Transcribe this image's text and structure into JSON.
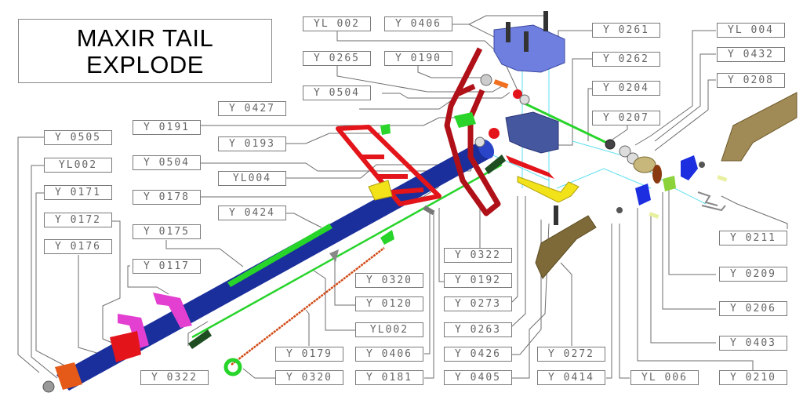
{
  "title": {
    "line1": "MAXIR TAIL",
    "line2": "EXPLODE"
  },
  "colors": {
    "boom": "#1a2f9c",
    "rod_green": "#27d42a",
    "push_rod": "#d14a16",
    "fin_red": "#e3141a",
    "vfin_dark_red": "#b01018",
    "gearbox_blue": "#6f7fe0",
    "gearbox_dark": "#45579e",
    "clamp_magenta": "#e33fd0",
    "mount_orange": "#e55a18",
    "bellcrank_yellow": "#f2e21a",
    "blade_tan": "#a08a55",
    "holder_blue": "#1c2ee0",
    "leader_line": "#6e6e6e",
    "axis_cyan": "#5fe0f0"
  },
  "labels": [
    {
      "id": "yl002-top",
      "text": "YL 002"
    },
    {
      "id": "y0406-top",
      "text": "Y 0406"
    },
    {
      "id": "y0261",
      "text": "Y 0261"
    },
    {
      "id": "yl004-top",
      "text": "YL 004"
    },
    {
      "id": "y0265",
      "text": "Y 0265"
    },
    {
      "id": "y0190",
      "text": "Y 0190"
    },
    {
      "id": "y0262",
      "text": "Y 0262"
    },
    {
      "id": "y0432",
      "text": "Y 0432"
    },
    {
      "id": "y0504-top",
      "text": "Y 0504"
    },
    {
      "id": "y0204",
      "text": "Y 0204"
    },
    {
      "id": "y0208",
      "text": "Y 0208"
    },
    {
      "id": "y0427",
      "text": "Y 0427"
    },
    {
      "id": "y0207",
      "text": "Y 0207"
    },
    {
      "id": "y0191",
      "text": "Y 0191"
    },
    {
      "id": "y0505",
      "text": "Y 0505"
    },
    {
      "id": "y0193",
      "text": "Y 0193"
    },
    {
      "id": "yl002-left",
      "text": "YL002"
    },
    {
      "id": "y0504-mid",
      "text": "Y 0504"
    },
    {
      "id": "yl004-mid",
      "text": "YL004"
    },
    {
      "id": "y0171",
      "text": "Y 0171"
    },
    {
      "id": "y0178",
      "text": "Y 0178"
    },
    {
      "id": "y0172",
      "text": "Y 0172"
    },
    {
      "id": "y0424",
      "text": "Y 0424"
    },
    {
      "id": "y0175",
      "text": "Y 0175"
    },
    {
      "id": "y0211",
      "text": "Y 0211"
    },
    {
      "id": "y0176",
      "text": "Y 0176"
    },
    {
      "id": "y0322-mid",
      "text": "Y 0322"
    },
    {
      "id": "y0117",
      "text": "Y 0117"
    },
    {
      "id": "y0320-mid",
      "text": "Y 0320"
    },
    {
      "id": "y0192",
      "text": "Y 0192"
    },
    {
      "id": "y0209",
      "text": "Y 0209"
    },
    {
      "id": "y0120",
      "text": "Y 0120"
    },
    {
      "id": "y0273",
      "text": "Y 0273"
    },
    {
      "id": "y0206",
      "text": "Y 0206"
    },
    {
      "id": "yl002-bottom",
      "text": "YL002"
    },
    {
      "id": "y0263",
      "text": "Y 0263"
    },
    {
      "id": "y0403",
      "text": "Y 0403"
    },
    {
      "id": "y0179",
      "text": "Y 0179"
    },
    {
      "id": "y0406-bottom",
      "text": "Y 0406"
    },
    {
      "id": "y0426",
      "text": "Y 0426"
    },
    {
      "id": "y0272",
      "text": "Y 0272"
    },
    {
      "id": "y0322-bottom",
      "text": "Y 0322"
    },
    {
      "id": "y0320-bottom",
      "text": "Y 0320"
    },
    {
      "id": "y0181",
      "text": "Y 0181"
    },
    {
      "id": "y0405",
      "text": "Y 0405"
    },
    {
      "id": "y0414",
      "text": "Y 0414"
    },
    {
      "id": "yl006",
      "text": "YL 006"
    },
    {
      "id": "y0210",
      "text": "Y 0210"
    }
  ]
}
